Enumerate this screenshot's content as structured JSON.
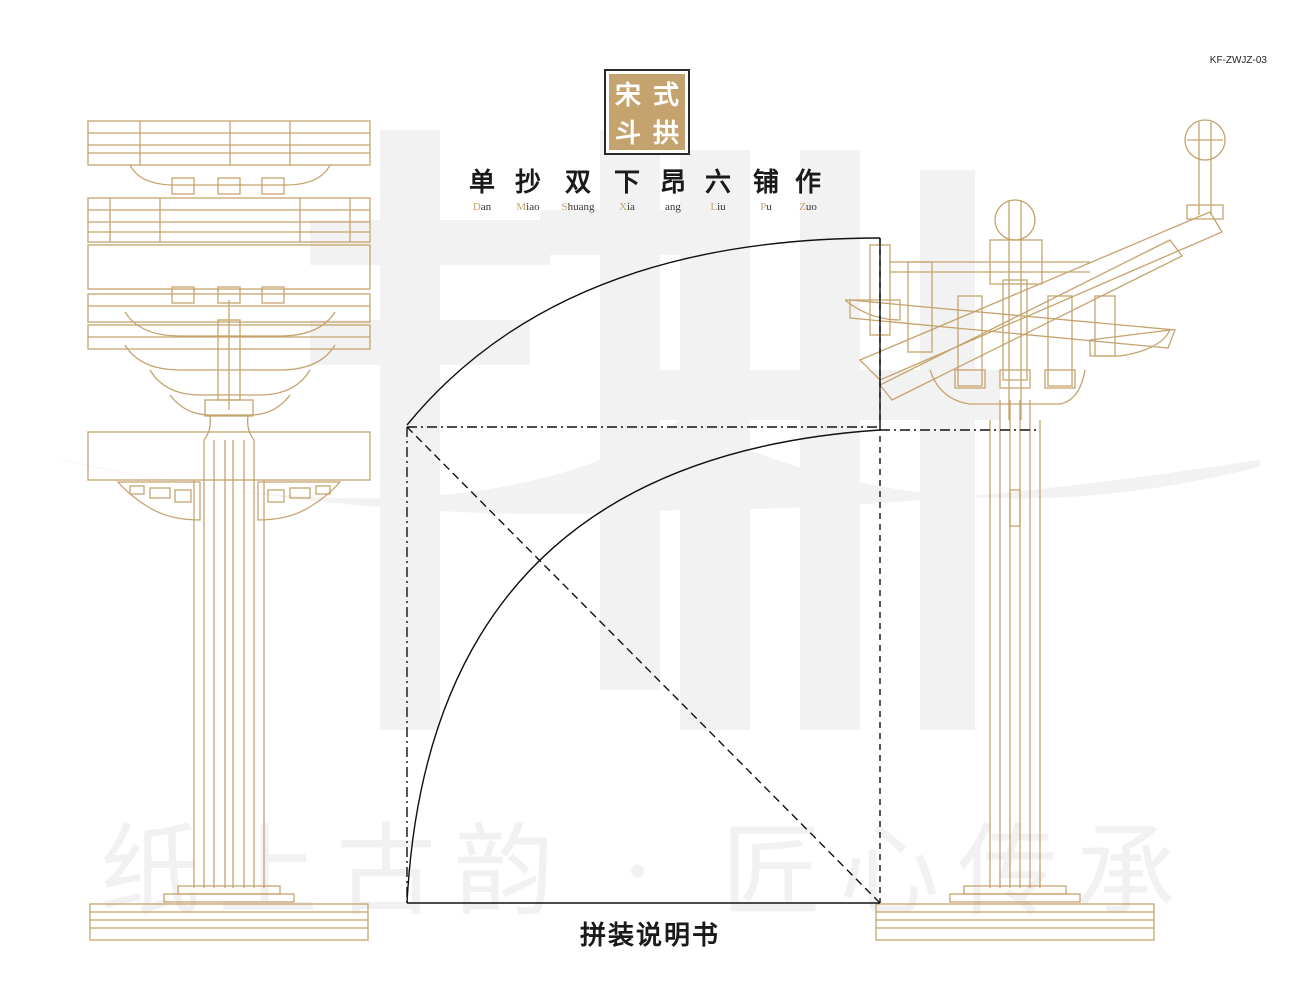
{
  "document": {
    "code": "KF-ZWJZ-03",
    "seal": {
      "chars": [
        "宋",
        "式",
        "斗",
        "拱"
      ]
    },
    "title_chars": [
      {
        "char": "单",
        "pinyin_initial": "D",
        "pinyin_rest": "an"
      },
      {
        "char": "抄",
        "pinyin_initial": "M",
        "pinyin_rest": "iao"
      },
      {
        "char": "双",
        "pinyin_initial": "S",
        "pinyin_rest": "huang"
      },
      {
        "char": "下",
        "pinyin_initial": "X",
        "pinyin_rest": "ia"
      },
      {
        "char": "昂",
        "pinyin_initial": "",
        "pinyin_rest": "ang"
      },
      {
        "char": "六",
        "pinyin_initial": "L",
        "pinyin_rest": "iu"
      },
      {
        "char": "铺",
        "pinyin_initial": "P",
        "pinyin_rest": "u"
      },
      {
        "char": "作",
        "pinyin_initial": "Z",
        "pinyin_rest": "uo"
      }
    ],
    "subtitle": "拼装说明书",
    "watermark_slogan": "纸上古韵 · 匠心传承"
  },
  "colors": {
    "gold": "#c5a36e",
    "ink": "#1a1a1a",
    "watermark": "#f1f1f1"
  }
}
